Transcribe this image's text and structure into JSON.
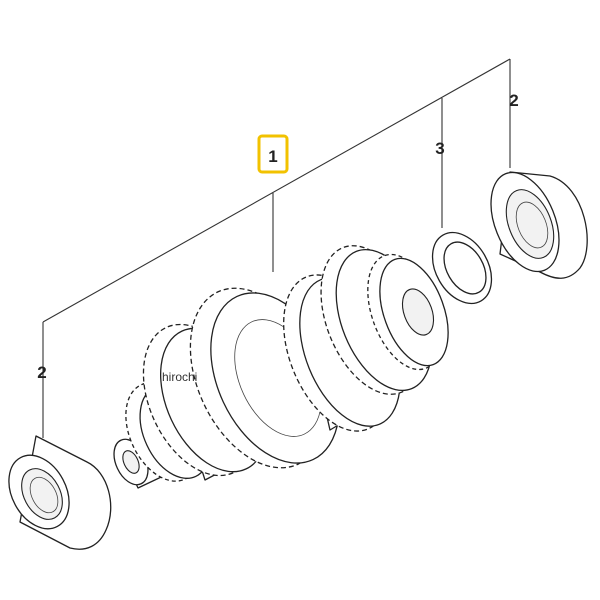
{
  "callouts": {
    "part_1": "1",
    "part_2_right": "2",
    "part_3": "3",
    "part_2_left": "2"
  },
  "highlight_color": "#f2c200",
  "watermark": "hirochi"
}
